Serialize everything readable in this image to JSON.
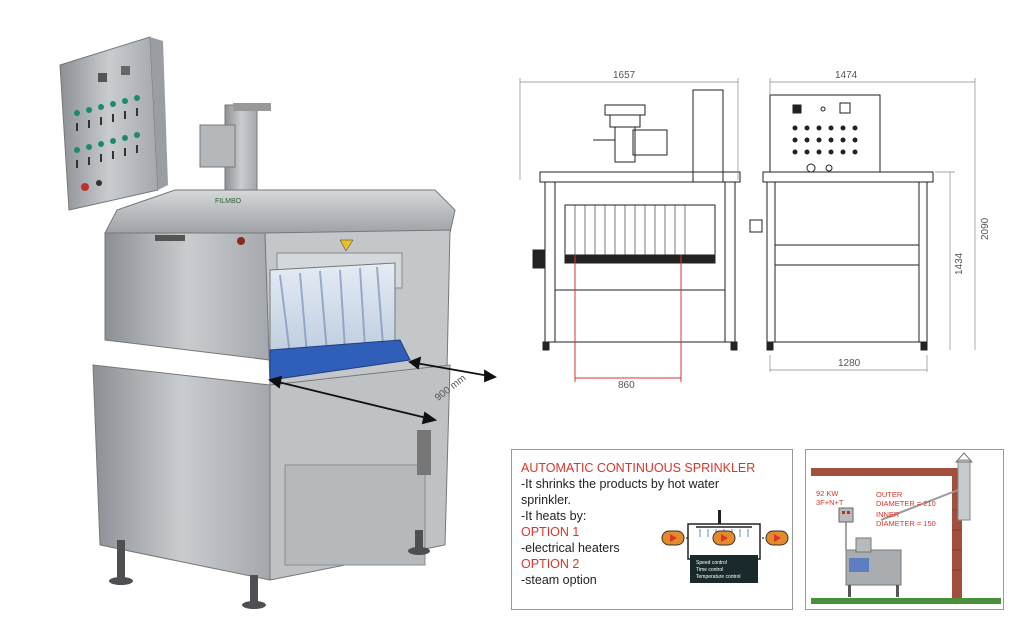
{
  "dimensions": {
    "front_width": "1657",
    "side_width": "1474",
    "total_height": "2090",
    "table_height": "1434",
    "base_width": "1280",
    "tunnel_width": "860",
    "conveyor_width": "900 mm"
  },
  "photo": {
    "brand_plate": "FILMBO"
  },
  "description": {
    "title": "AUTOMATIC CONTINUOUS SPRINKLER",
    "line1": "-It shrinks the products by hot water",
    "line2": "sprinkler.",
    "line3": "-It heats by:",
    "option1_label": "OPTION 1",
    "option1_text": "-electrical heaters",
    "option2_label": "OPTION 2",
    "option2_text": "-steam option",
    "diagram_panel": [
      "Speed control",
      "Time control",
      "Temperature control"
    ]
  },
  "installation": {
    "power": "92 KW",
    "phase": "3F+N+T",
    "outer_diameter_1": "OUTER",
    "outer_diameter_2": "DIAMETER = 210",
    "inner_diameter_1": "INNER",
    "inner_diameter_2": "DIAMETER = 150"
  },
  "colors": {
    "accent_red": "#d8362b",
    "steel": "#b9bcbf",
    "conveyor_blue": "#2f5fb8",
    "brick": "#a0503c",
    "floor_green": "#4a8f3a"
  }
}
